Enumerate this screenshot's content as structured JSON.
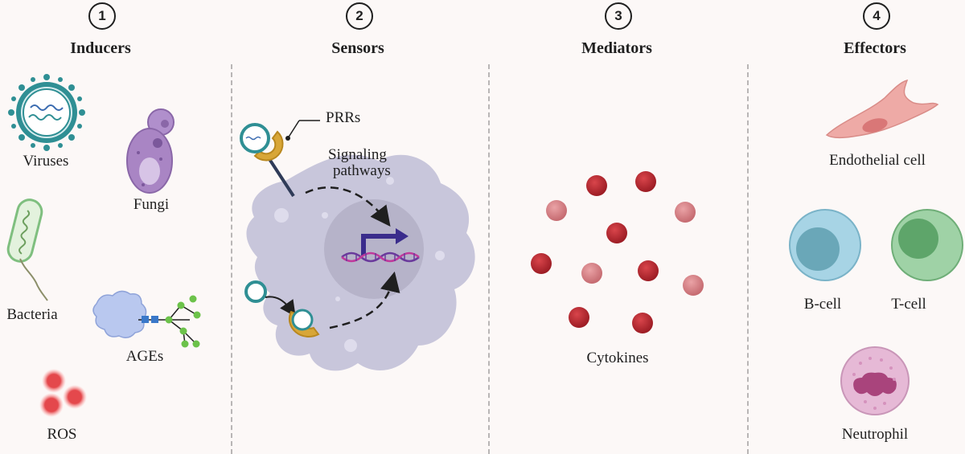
{
  "sections": [
    {
      "number": "1",
      "title": "Inducers"
    },
    {
      "number": "2",
      "title": "Sensors"
    },
    {
      "number": "3",
      "title": "Mediators"
    },
    {
      "number": "4",
      "title": "Effectors"
    }
  ],
  "inducers": {
    "viruses": "Viruses",
    "fungi": "Fungi",
    "bacteria": "Bacteria",
    "ages": "AGEs",
    "ros": "ROS"
  },
  "sensors": {
    "prrs": "PRRs",
    "signaling_line1": "Signaling",
    "signaling_line2": "pathways"
  },
  "mediators": {
    "cytokines": "Cytokines"
  },
  "effectors": {
    "endothelial": "Endothelial cell",
    "bcell": "B-cell",
    "tcell": "T-cell",
    "neutrophil": "Neutrophil"
  },
  "colors": {
    "virus_teal": "#2f8f94",
    "fungi_purple": "#a985c4",
    "bacteria_green": "#7fbf7f",
    "cell_lavender": "#c8c6db",
    "receptor_gold": "#d8a637",
    "cytokine_dark": "#b3242b",
    "cytokine_light": "#d8868a",
    "bcell_blue": "#a7d4e5",
    "tcell_green": "#9fd2a6",
    "neutrophil_pink": "#e6b9d6",
    "endothelial_pink": "#eeaaa6",
    "dna_purple": "#6a3a9c",
    "arrow_indigo": "#3a2c8c",
    "ros_red": "#e4484c",
    "ages_blue": "#9fb6e8"
  }
}
